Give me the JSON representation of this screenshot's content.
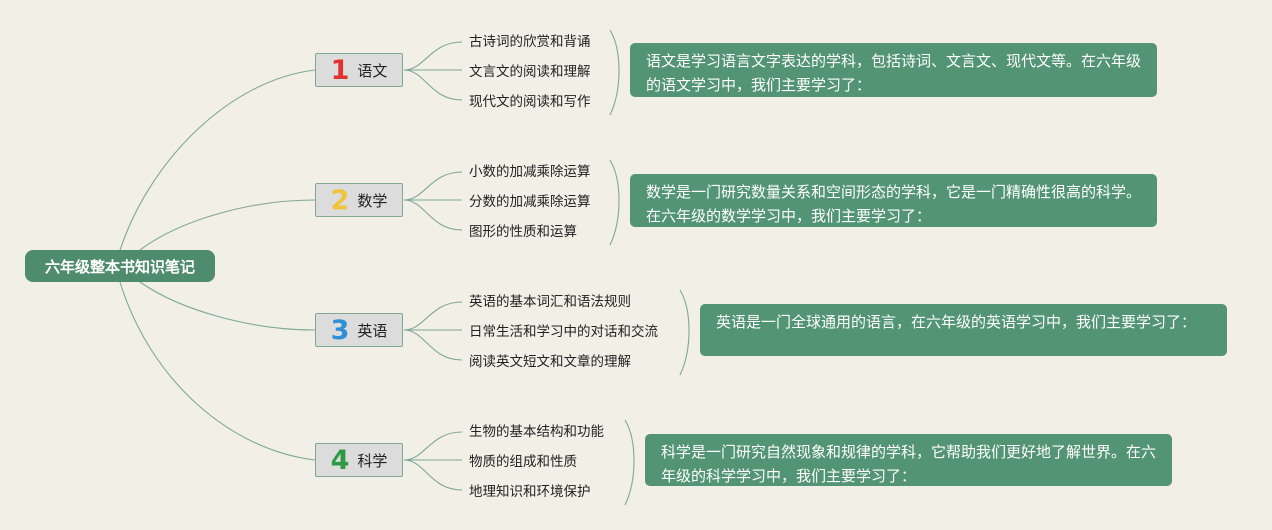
{
  "root": {
    "label": "六年级整本书知识笔记"
  },
  "subjects": [
    {
      "num": "1",
      "name": "语文",
      "color": "#e0322f",
      "topics": [
        "古诗词的欣赏和背诵",
        "文言文的阅读和理解",
        "现代文的阅读和写作"
      ],
      "desc": "语文是学习语言文字表达的学科，包括诗词、文言文、现代文等。在六年级的语文学习中，我们主要学习了："
    },
    {
      "num": "2",
      "name": "数学",
      "color": "#f2c43d",
      "topics": [
        "小数的加减乘除运算",
        "分数的加减乘除运算",
        "图形的性质和运算"
      ],
      "desc": "数学是一门研究数量关系和空间形态的学科，它是一门精确性很高的科学。在六年级的数学学习中，我们主要学习了："
    },
    {
      "num": "3",
      "name": "英语",
      "color": "#2f8fd6",
      "topics": [
        "英语的基本词汇和语法规则",
        "日常生活和学习中的对话和交流",
        "阅读英文短文和文章的理解"
      ],
      "desc": "英语是一门全球通用的语言，在六年级的英语学习中，我们主要学习了："
    },
    {
      "num": "4",
      "name": "科学",
      "color": "#2e9a46",
      "topics": [
        "生物的基本结构和功能",
        "物质的组成和性质",
        "地理知识和环境保护"
      ],
      "desc": "科学是一门研究自然现象和规律的学科，它帮助我们更好地了解世界。在六年级的科学学习中，我们主要学习了："
    }
  ],
  "colors": {
    "root_bg": "#4f8c6d",
    "desc_bg": "#529473",
    "line": "#7fa894",
    "background": "#f1efe6"
  }
}
